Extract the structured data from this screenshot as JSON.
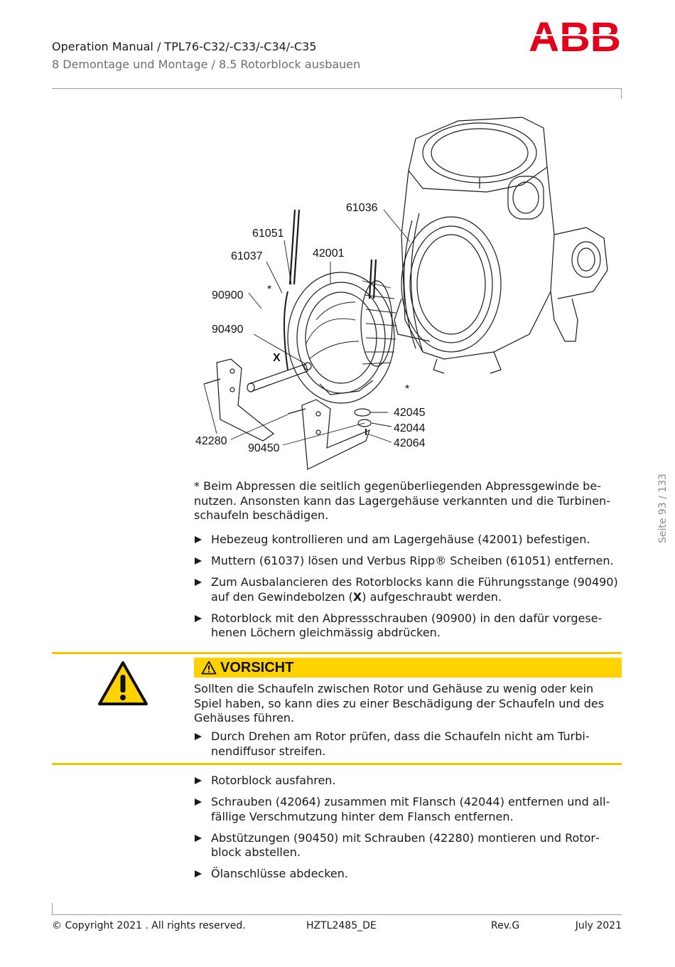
{
  "header": {
    "title": "Operation Manual / TPL76-C32/-C33/-C34/-C35",
    "subtitle": "8 Demontage und Montage / 8.5 Rotorblock ausbauen",
    "logo_text": "ABB",
    "brand_color": "#e2001a"
  },
  "side": {
    "page_label": "Seite 93 / 133"
  },
  "figure": {
    "callouts": {
      "c61036": "61036",
      "c61051": "61051",
      "c61037": "61037",
      "c42001": "42001",
      "c90900": "90900",
      "c90490": "90490",
      "cX": "X",
      "cStarTop": "*",
      "cStarRight": "*",
      "c42045": "42045",
      "c42044": "42044",
      "c42064": "42064",
      "c42280": "42280",
      "c90450": "90450"
    }
  },
  "note": "* Beim Abpressen die seitlich gegenüberliegenden Abpressgewinde be­nutzen. Ansonsten kann das Lagergehäuse verkannten und die Turbinen­schaufeln beschädigen.",
  "steps_a": [
    "Hebezeug kontrollieren und am Lagergehäuse (42001) befestigen.",
    "Muttern (61037) lösen und Verbus Ripp® Scheiben (61051) entfernen.",
    {
      "pre": "Zum Ausbalancieren des Rotorblocks kann die Führungsstange (90490) auf den Gewindebolzen (",
      "bold": "X",
      "post": ") aufgeschraubt werden."
    },
    "Rotorblock mit den Abpressschrauben (90900) in den dafür vorgese­henen Löchern gleichmässig abdrücken."
  ],
  "warning": {
    "label": "VORSICHT",
    "icon": "warning-triangle-icon",
    "band_color": "#ffd200",
    "rule_color": "#f5c400",
    "text": "Sollten die Schaufeln zwischen Rotor und Gehäuse zu wenig oder kein Spiel haben, so kann dies zu einer Beschädigung der Schaufeln und des Gehäuses führen.",
    "steps": [
      "Durch Drehen am Rotor prüfen, dass die Schaufeln nicht am Turbi­nendiffusor streifen."
    ]
  },
  "steps_b": [
    "Rotorblock ausfahren.",
    "Schrauben (42064) zusammen mit Flansch (42044) entfernen und all­fällige Verschmutzung hinter dem Flansch entfernen.",
    "Abstützungen (90450) mit Schrauben (42280) montieren und Rotor­block abstellen.",
    "Ölanschlüsse abdecken."
  ],
  "footer": {
    "copyright": "© Copyright 2021 . All rights reserved.",
    "doc_id": "HZTL2485_DE",
    "revision": "Rev.G",
    "date": "July 2021"
  }
}
